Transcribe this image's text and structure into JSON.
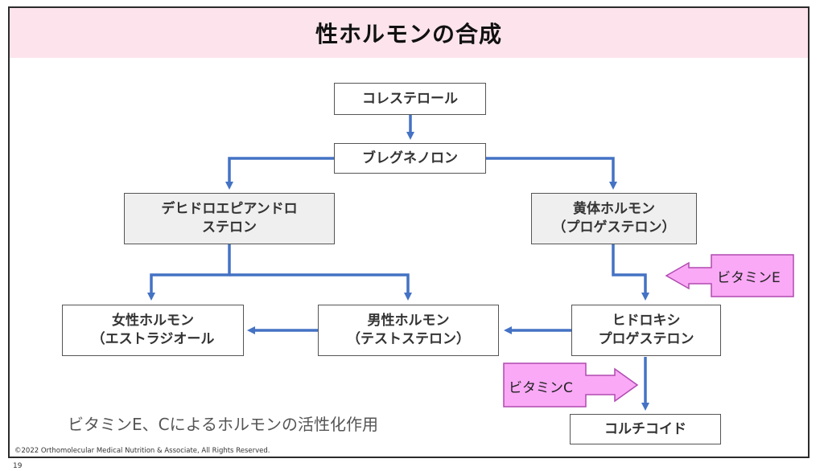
{
  "slide": {
    "title": "性ホルモンの合成",
    "caption": "ビタミンE、Cによるホルモンの活性化作用",
    "copyright": "©2022 Orthomolecular Medical Nutrition & Associate, All Rights Reserved.",
    "page_number": "19"
  },
  "nodes": {
    "cholesterol": "コレステロール",
    "pregnenolone": "ブレグネノロン",
    "dhea_line1": "デヒドロエピアンドロ",
    "dhea_line2": "ステロン",
    "luteal_line1": "黄体ホルモン",
    "luteal_line2": "（プロゲステロン）",
    "female_line1": "女性ホルモン",
    "female_line2": "（エストラジオール",
    "male_line1": "男性ホルモン",
    "male_line2": "（テストステロン）",
    "hydroxy_line1": "ヒドロキシ",
    "hydroxy_line2": "プロゲステロン",
    "corticoid": "コルチコイド"
  },
  "vitamins": {
    "e_label": "ビタミンE",
    "c_label": "ビタミンC"
  },
  "colors": {
    "title_band": "#fde4ec",
    "arrow": "#4472c4",
    "vitamin_fill": "#f9a9f5",
    "vitamin_stroke": "#b04ab0",
    "gray_box": "#efefef"
  }
}
